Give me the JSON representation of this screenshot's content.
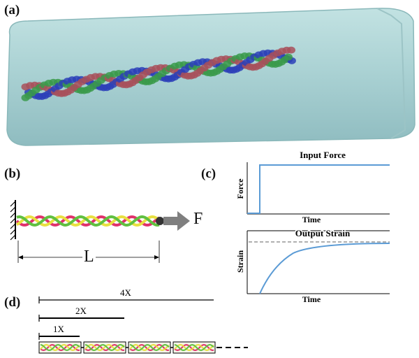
{
  "panels": {
    "a": {
      "label": "(a)"
    },
    "b": {
      "label": "(b)",
      "force_label": "F",
      "length_label": "L"
    },
    "c": {
      "label": "(c)",
      "top": {
        "title": "Input Force",
        "ylabel": "Force",
        "xlabel": "Time"
      },
      "bottom": {
        "title": "Output Strain",
        "ylabel": "Strain",
        "xlabel": "Time"
      }
    },
    "d": {
      "label": "(d)",
      "scale_labels": [
        "4X",
        "2X",
        "1X"
      ]
    }
  },
  "colors": {
    "water_box": "#a9d2d2",
    "helix_blue": "#2b3fb8",
    "helix_green": "#3a9a4a",
    "helix_red": "#a8505a",
    "coil_red": "#e0306a",
    "coil_yellow": "#e8e040",
    "coil_green": "#60c040",
    "plot_line": "#5b9bd5",
    "arrow_gray": "#808080"
  }
}
